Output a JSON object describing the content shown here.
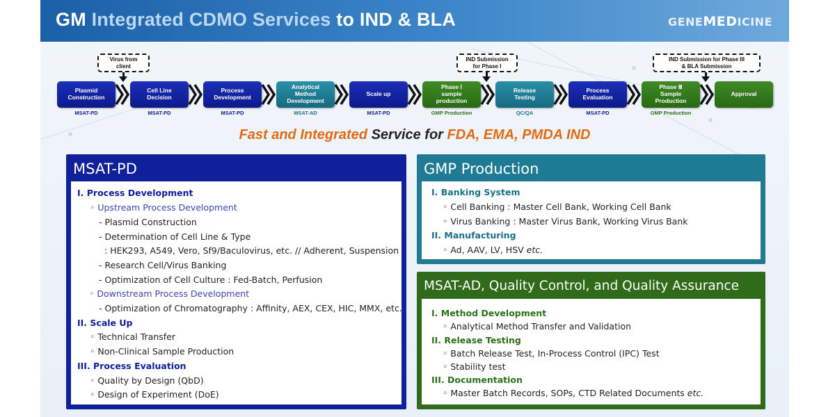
{
  "header": {
    "title_pre": "GM ",
    "title_highlight": "Integrated CDMO Services",
    "title_post": " to IND & BLA",
    "logo_pre": "GENE",
    "logo_mid": "MED",
    "logo_post": "ICINE"
  },
  "flow": {
    "steps": [
      {
        "label": "Plasmid Construction",
        "caption": "MSAT-PD"
      },
      {
        "label": "Cell Line Decision",
        "caption": "MSAT-PD"
      },
      {
        "label": "Process Development",
        "caption": "MSAT-PD"
      },
      {
        "label": "Analytical Method Development",
        "caption": "MSAT-AD"
      },
      {
        "label": "Scale up",
        "caption": "MSAT-PD"
      },
      {
        "label": "Phase Ⅰ sample production",
        "caption": "GMP Production"
      },
      {
        "label": "Release Testing",
        "caption": "QC/QA"
      },
      {
        "label": "Process Evaluation",
        "caption": "MSAT-PD"
      },
      {
        "label": "Phase Ⅲ Sample Production",
        "caption": "GMP Production"
      },
      {
        "label": "Approval",
        "caption": ""
      }
    ],
    "callouts": [
      {
        "text": "Virus from client"
      },
      {
        "text": "IND Submission for Phase I"
      },
      {
        "text": "IND Submission for Phase III & BLA Submission"
      }
    ]
  },
  "tagline": {
    "part1": "Fast and Integrated",
    "part2": " Service for ",
    "part3": "FDA, EMA, PMDA IND"
  },
  "panels": {
    "msat_pd": {
      "title": "MSAT-PD",
      "lines": [
        "I.  Process Development",
        "◦ Upstream Process Development",
        "- Plasmid Construction",
        "- Determination of Cell Line & Type",
        ": HEK293, A549, Vero, Sf9/Baculovirus, etc. // Adherent, Suspension",
        "- Research Cell/Virus Banking",
        "- Optimization of Cell Culture : Fed-Batch, Perfusion",
        "◦ Downstream Process Development",
        "- Optimization of Chromatography : Affinity, AEX, CEX, HIC, MMX, etc.",
        "II.  Scale Up",
        "◦ Technical Transfer",
        "◦ Non-Clinical Sample Production",
        "III. Process Evaluation",
        "◦ Quality by Design (QbD)",
        "◦ Design of Experiment (DoE)"
      ]
    },
    "gmp": {
      "title": "GMP Production",
      "lines": [
        "I.   Banking System",
        "◦ Cell Banking : Master Cell Bank, Working Cell Bank",
        "◦ Virus Banking : Master Virus Bank, Working Virus Bank",
        "II. Manufacturing",
        "◦ Ad, AAV, LV, HSV ",
        "etc."
      ]
    },
    "msat_ad": {
      "title": "MSAT-AD, Quality Control, and Quality Assurance",
      "lines": [
        "I.    Method Development",
        "◦ Analytical Method Transfer and Validation",
        "II.   Release Testing",
        "◦ Batch Release Test, In-Process Control (IPC) Test",
        "◦ Stability test",
        "III. Documentation",
        "◦ Master Batch Records, SOPs, CTD Related Documents ",
        "etc."
      ]
    }
  }
}
